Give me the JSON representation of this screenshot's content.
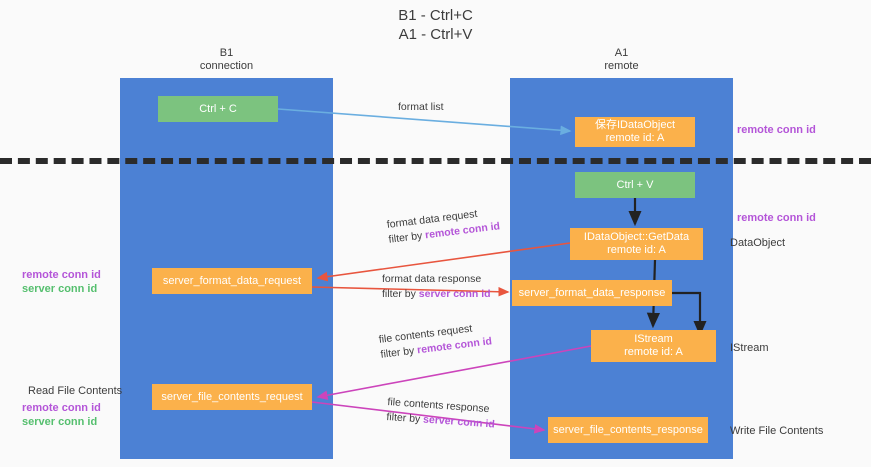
{
  "title": "B1 - Ctrl+C\nA1 - Ctrl+V",
  "columns": {
    "left": "B1\nconnection",
    "right": "A1\nremote"
  },
  "colors": {
    "lane": "#4c81d4",
    "green_node": "#7cc37f",
    "orange_node": "#fbb14b",
    "remote_conn_id": "#b455d8",
    "server_conn_id": "#55bf6e",
    "arrow_format_list": "#6aaee0",
    "arrow_format_data": "#e8553e",
    "arrow_file_contents": "#cc44bb",
    "arrow_flow": "#222222",
    "separator": "#2b2b2b"
  },
  "nodes": {
    "ctrl_c": {
      "line1": "Ctrl + C",
      "line2": ""
    },
    "save_idataobject": {
      "line1": "保存IDataObject",
      "line2": "remote id: A"
    },
    "ctrl_v": {
      "line1": "Ctrl + V",
      "line2": ""
    },
    "getdata": {
      "line1": "IDataObject::GetData",
      "line2": "remote id: A"
    },
    "server_format_data_request": {
      "line1": "server_format_data_request",
      "line2": ""
    },
    "server_format_data_response": {
      "line1": "server_format_data_response",
      "line2": ""
    },
    "istream": {
      "line1": "IStream",
      "line2": "remote id: A"
    },
    "server_file_contents_request": {
      "line1": "server_file_contents_request",
      "line2": ""
    },
    "server_file_contents_response": {
      "line1": "server_file_contents_response",
      "line2": ""
    }
  },
  "edge_labels": {
    "format_list": {
      "main": "format list",
      "filter_prefix": "",
      "filter_key": ""
    },
    "format_data_request": {
      "main": "format data request",
      "filter_prefix": "filter by ",
      "filter_key": "remote conn id"
    },
    "format_data_response": {
      "main": "format data response",
      "filter_prefix": "filter by ",
      "filter_key": "server conn id"
    },
    "file_contents_request": {
      "main": "file contents request",
      "filter_prefix": "filter by ",
      "filter_key": "remote conn id"
    },
    "file_contents_response": {
      "main": "file contents response",
      "filter_prefix": "filter by ",
      "filter_key": "server conn id"
    }
  },
  "side_notes": {
    "remote_conn_id_top": "remote conn id",
    "remote_conn_id_mid": "remote conn id",
    "dataobject": "DataObject",
    "istream": "IStream",
    "write_file_contents": "Write File Contents"
  },
  "left_notes": {
    "remote_conn_id_1": "remote conn id",
    "server_conn_id_1": "server conn id",
    "read_file_contents": "Read File Contents",
    "remote_conn_id_2": "remote conn id",
    "server_conn_id_2": "server conn id"
  }
}
